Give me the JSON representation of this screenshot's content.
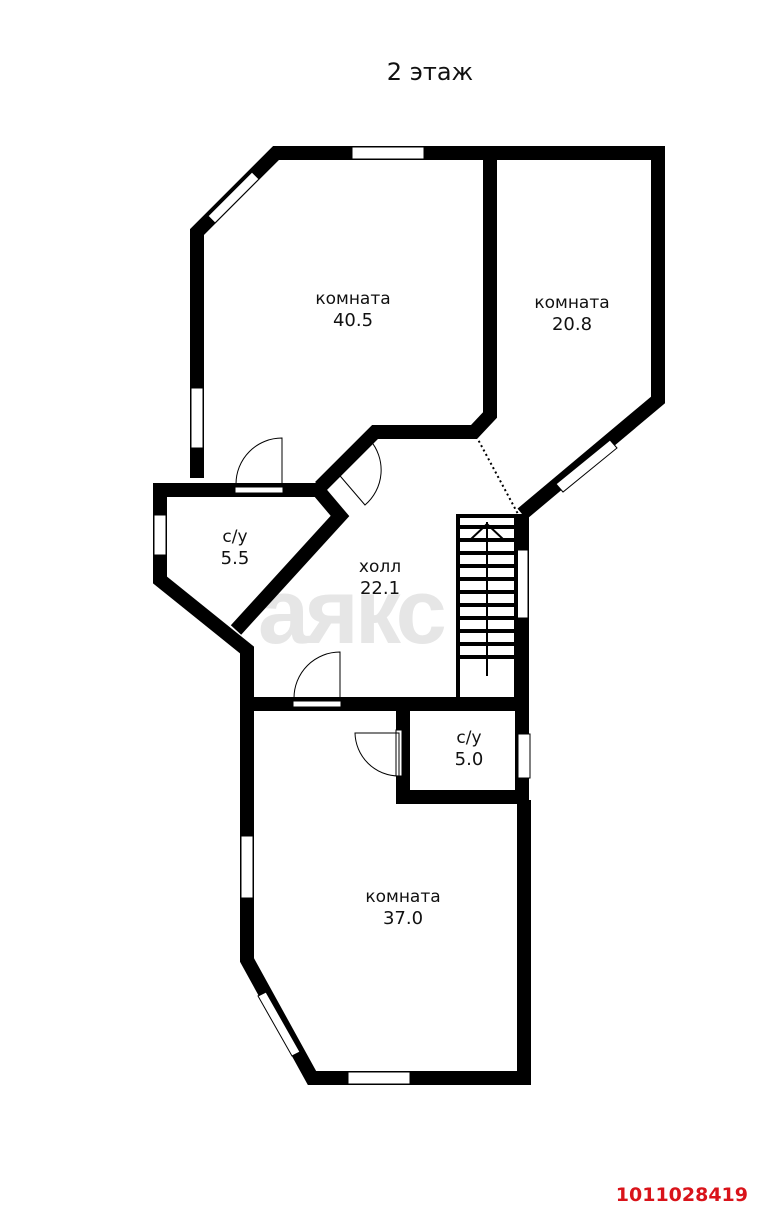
{
  "plan": {
    "title": "2 этаж",
    "watermark": "аякс",
    "listing_id": "1011028419",
    "wall_color": "#000000",
    "id_color": "#d9131a"
  },
  "rooms": [
    {
      "name": "комната",
      "area": "40.5"
    },
    {
      "name": "комната",
      "area": "20.8"
    },
    {
      "name": "с/у",
      "area": "5.5"
    },
    {
      "name": "холл",
      "area": "22.1"
    },
    {
      "name": "с/у",
      "area": "5.0"
    },
    {
      "name": "комната",
      "area": "37.0"
    }
  ]
}
